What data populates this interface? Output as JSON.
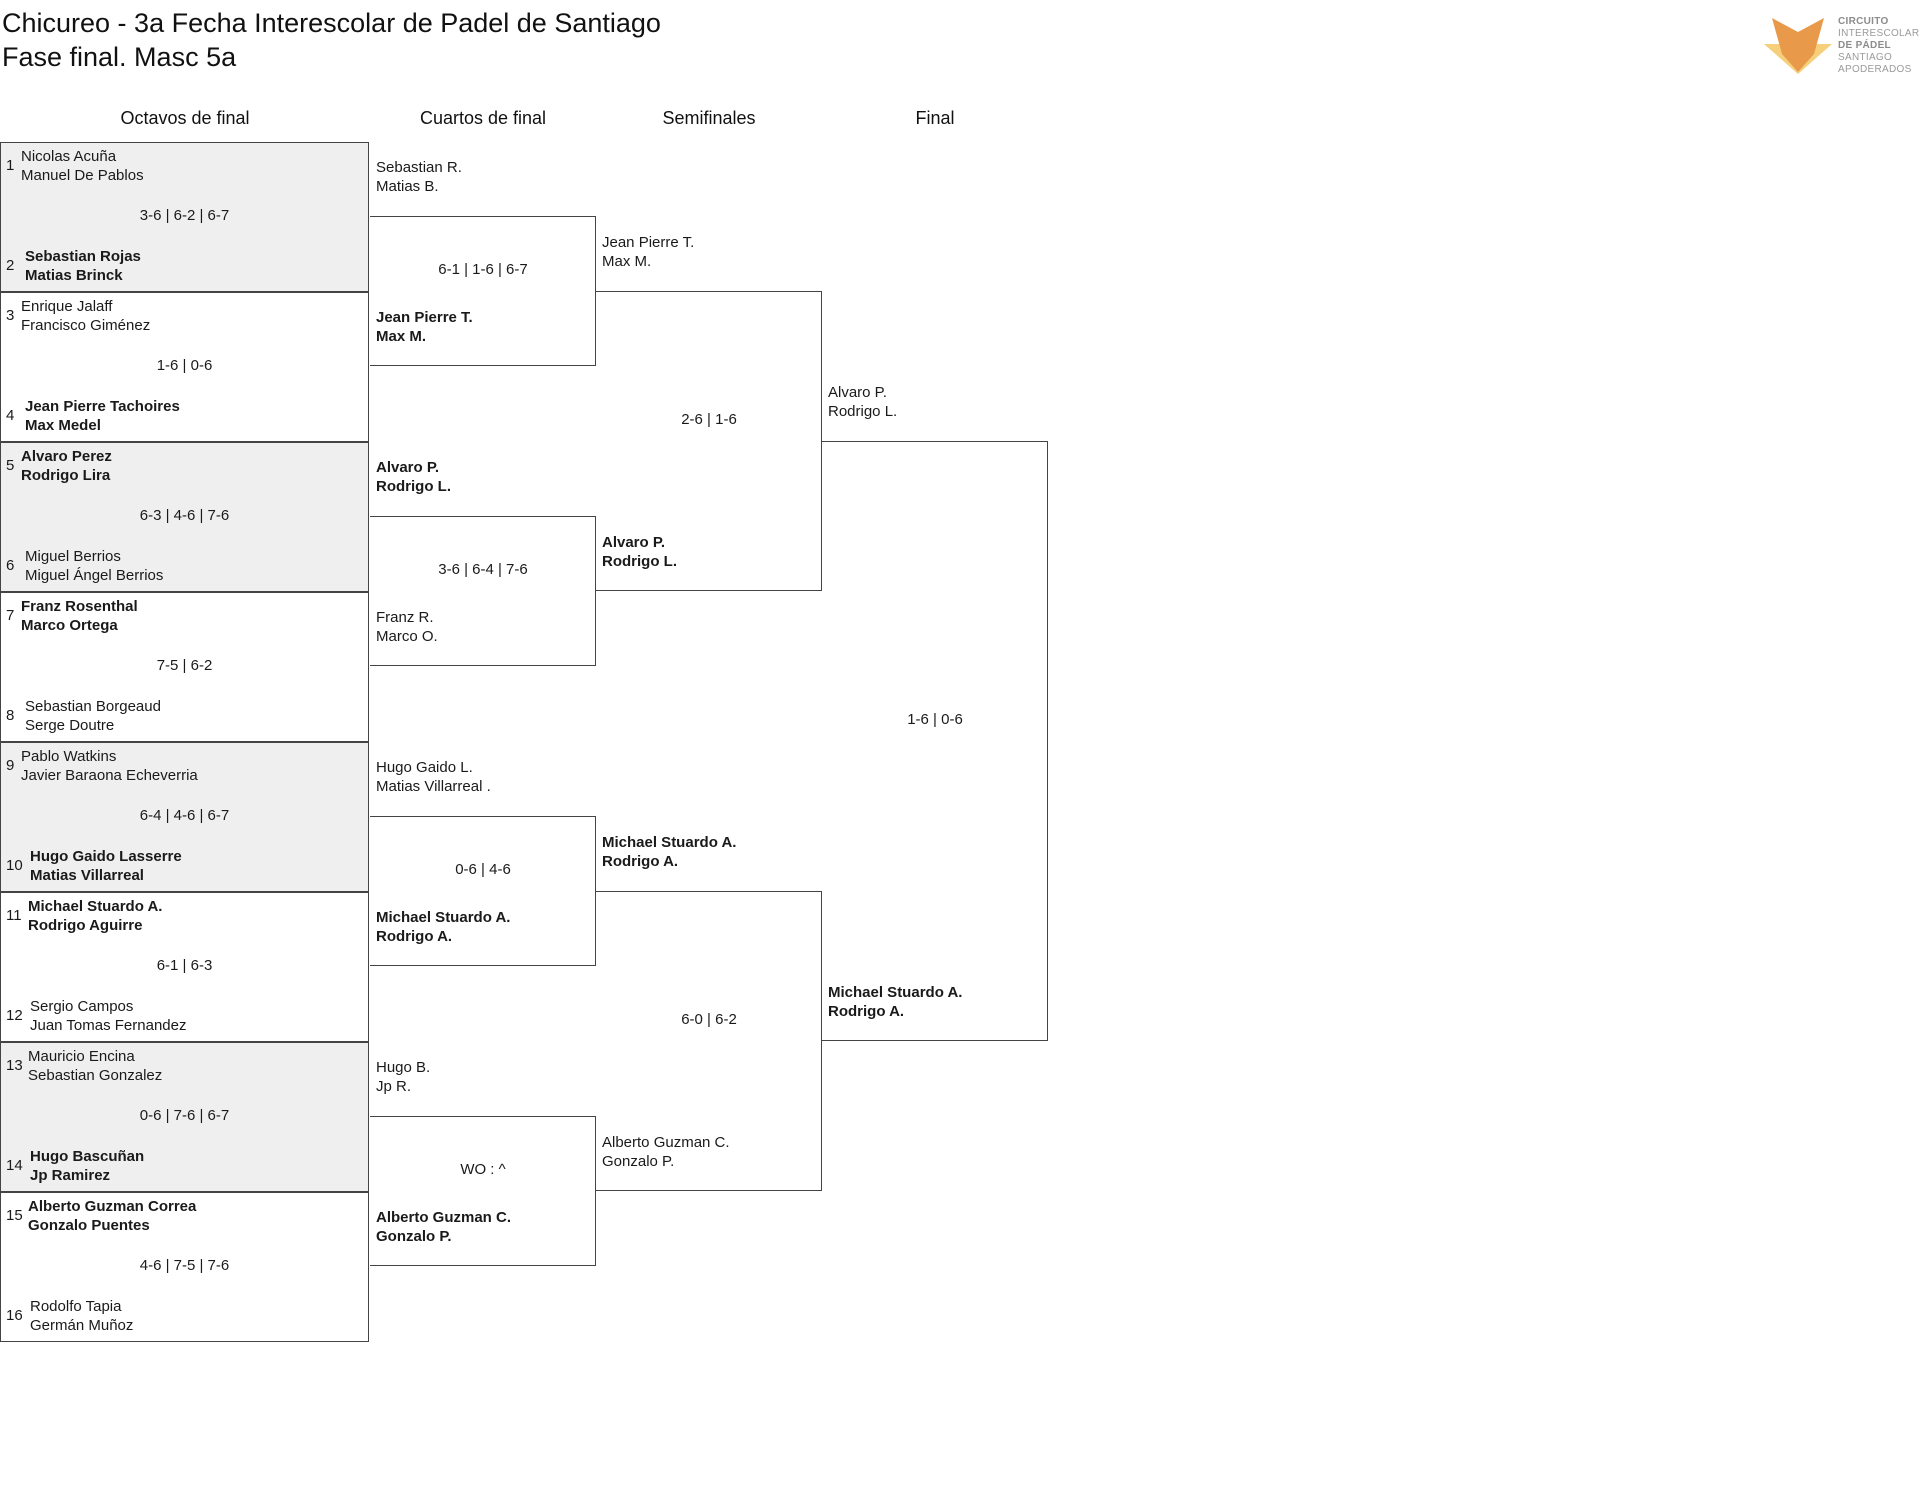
{
  "header": {
    "title_line1": "Chicureo - 3a Fecha Interescolar de Padel de Santiago",
    "title_line2": "Fase final. Masc 5a"
  },
  "logo": {
    "lines": [
      "CIRCUITO",
      "INTERESCOLAR",
      "DE PÁDEL",
      "SANTIAGO",
      "APODERADOS"
    ]
  },
  "colors": {
    "shade": "#efefef",
    "border": "#444444",
    "logo_orange": "#e89a4a",
    "logo_yellow": "#f6cf7a"
  },
  "rounds": [
    "Octavos de final",
    "Cuartos de final",
    "Semifinales",
    "Final"
  ],
  "r16": [
    {
      "seed_a": "1",
      "team_a": [
        "Nicolas Acuña",
        "Manuel De Pablos"
      ],
      "seed_b": "2",
      "team_b": [
        "Sebastian Rojas",
        "Matias Brinck"
      ],
      "score": "3-6 | 6-2 | 6-7",
      "winner": "b"
    },
    {
      "seed_a": "3",
      "team_a": [
        "Enrique Jalaff",
        "Francisco Giménez"
      ],
      "seed_b": "4",
      "team_b": [
        "Jean Pierre Tachoires",
        "Max Medel"
      ],
      "score": "1-6 | 0-6",
      "winner": "b"
    },
    {
      "seed_a": "5",
      "team_a": [
        "Alvaro Perez",
        "Rodrigo Lira"
      ],
      "seed_b": "6",
      "team_b": [
        "Miguel Berrios",
        "Miguel Ángel Berrios"
      ],
      "score": "6-3 | 4-6 | 7-6",
      "winner": "a"
    },
    {
      "seed_a": "7",
      "team_a": [
        "Franz Rosenthal",
        "Marco Ortega"
      ],
      "seed_b": "8",
      "team_b": [
        "Sebastian Borgeaud",
        "Serge Doutre"
      ],
      "score": "7-5 | 6-2",
      "winner": "a"
    },
    {
      "seed_a": "9",
      "team_a": [
        "Pablo Watkins",
        "Javier Baraona Echeverria"
      ],
      "seed_b": "10",
      "team_b": [
        "Hugo Gaido Lasserre",
        "Matias Villarreal"
      ],
      "score": "6-4 | 4-6 | 6-7",
      "winner": "b"
    },
    {
      "seed_a": "11",
      "team_a": [
        "Michael Stuardo A.",
        "Rodrigo Aguirre"
      ],
      "seed_b": "12",
      "team_b": [
        "Sergio Campos",
        "Juan Tomas Fernandez"
      ],
      "score": "6-1 | 6-3",
      "winner": "a"
    },
    {
      "seed_a": "13",
      "team_a": [
        "Mauricio Encina",
        "Sebastian Gonzalez"
      ],
      "seed_b": "14",
      "team_b": [
        "Hugo Bascuñan",
        "Jp Ramirez"
      ],
      "score": "0-6 | 7-6 | 6-7",
      "winner": "b"
    },
    {
      "seed_a": "15",
      "team_a": [
        "Alberto Guzman Correa",
        "Gonzalo Puentes"
      ],
      "seed_b": "16",
      "team_b": [
        "Rodolfo Tapia",
        "Germán Muñoz"
      ],
      "score": "4-6 | 7-5 | 7-6",
      "winner": "a"
    }
  ],
  "qf": [
    {
      "team_a": [
        "Sebastian R.",
        "Matias B."
      ],
      "team_b": [
        "Jean Pierre T.",
        "Max M."
      ],
      "score": "6-1 | 1-6 | 6-7",
      "winner": "b"
    },
    {
      "team_a": [
        "Alvaro P.",
        "Rodrigo L."
      ],
      "team_b": [
        "Franz R.",
        "Marco O."
      ],
      "score": "3-6 | 6-4 | 7-6",
      "winner": "a"
    },
    {
      "team_a": [
        "Hugo Gaido L.",
        "Matias Villarreal ."
      ],
      "team_b": [
        "Michael Stuardo A.",
        "Rodrigo A."
      ],
      "score": "0-6 | 4-6",
      "winner": "b"
    },
    {
      "team_a": [
        "Hugo B.",
        "Jp R."
      ],
      "team_b": [
        "Alberto Guzman C.",
        "Gonzalo P."
      ],
      "score": "WO : ^",
      "winner": "b"
    }
  ],
  "sf": [
    {
      "team_a": [
        "Jean Pierre T.",
        "Max M."
      ],
      "team_b": [
        "Alvaro P.",
        "Rodrigo L."
      ],
      "score": "2-6 | 1-6",
      "winner": "b"
    },
    {
      "team_a": [
        "Michael Stuardo A.",
        "Rodrigo A."
      ],
      "team_b": [
        "Alberto Guzman C.",
        "Gonzalo P."
      ],
      "score": "6-0 | 6-2",
      "winner": "a"
    }
  ],
  "final": [
    {
      "team_a": [
        "Alvaro P.",
        "Rodrigo L."
      ],
      "team_b": [
        "Michael Stuardo A.",
        "Rodrigo A."
      ],
      "score": "1-6 | 0-6",
      "winner": "b"
    }
  ]
}
